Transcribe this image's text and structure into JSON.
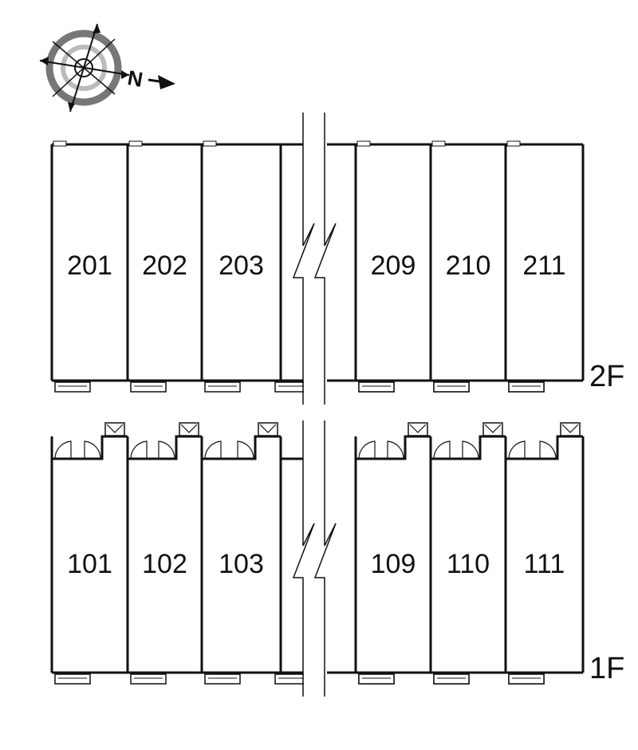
{
  "compass": {
    "north_label": "N",
    "icon": "compass-rose-icon"
  },
  "floors": [
    {
      "label": "2F",
      "rooms": [
        "201",
        "202",
        "203",
        "209",
        "210",
        "211"
      ],
      "entrances": false
    },
    {
      "label": "1F",
      "rooms": [
        "101",
        "102",
        "103",
        "109",
        "110",
        "111"
      ],
      "entrances": true
    }
  ],
  "colors": {
    "line": "#111111",
    "compass_ring": "#777777",
    "compass_inner": "#bdbdbd",
    "background": "#ffffff"
  }
}
